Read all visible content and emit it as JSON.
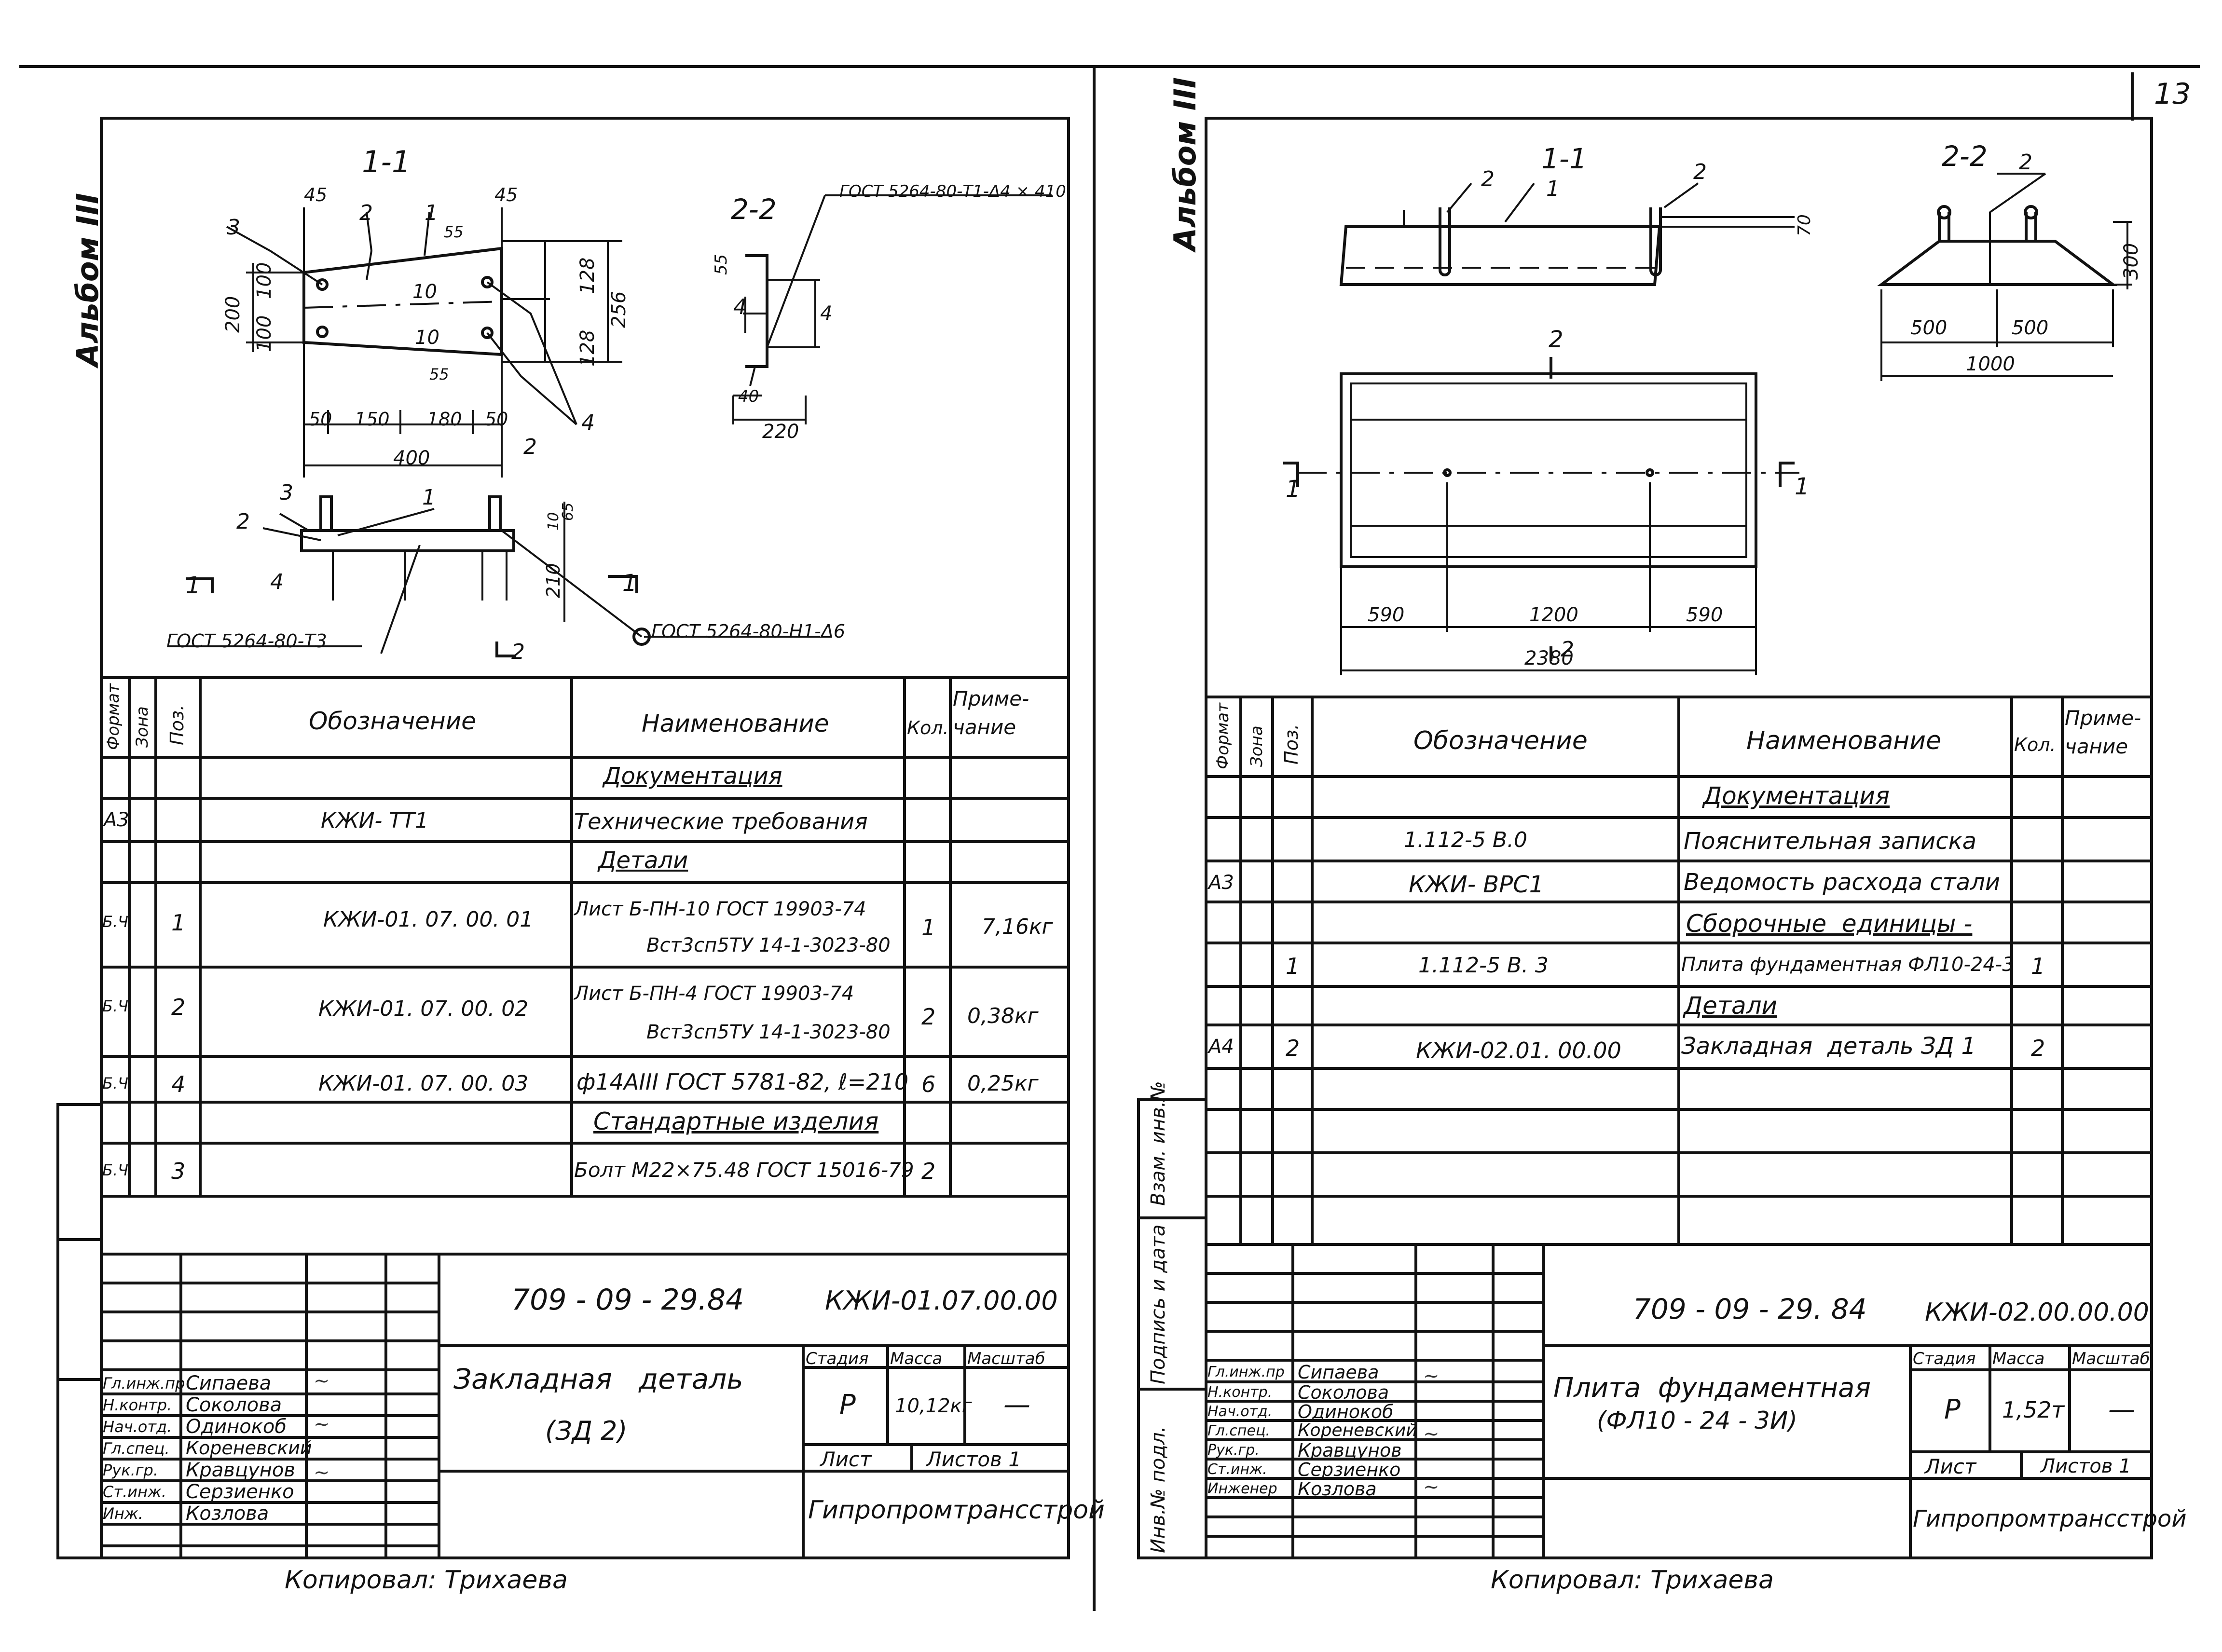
{
  "page": {
    "number": "13"
  },
  "left": {
    "album": "Альбом III",
    "copied": "Копировал: Трихаева",
    "drawing": {
      "s11": "1-1",
      "s22": "2-2",
      "dims": {
        "d45a": "45",
        "d45b": "45",
        "d55a": "55",
        "d55b": "55",
        "d200": "200",
        "d100a": "100",
        "d100b": "100",
        "d128a": "128",
        "d128b": "128",
        "d256": "256",
        "d10a": "10",
        "d10b": "10",
        "d50a": "50",
        "d150": "150",
        "d180": "180",
        "d50b": "50",
        "d400": "400",
        "d40": "40",
        "d220": "220",
        "d55c": "55",
        "d210": "210",
        "d10c": "10",
        "d65": "65",
        "d4side": "4"
      },
      "positions": {
        "p1a": "1",
        "p1b": "1",
        "p2a": "2",
        "p2b": "2",
        "p2c": "2",
        "p3a": "3",
        "p3b": "3",
        "p4a": "4",
        "p4b": "4",
        "p4c": "4"
      },
      "section_marks": {
        "m1l": "1",
        "m1r": "1",
        "m2": "2"
      },
      "notes": {
        "gost_top": "ГОСТ 5264-80-Т1-Δ4 × 410",
        "gost_t3": "ГОСТ 5264-80-Т3",
        "gost_h1": "ГОСТ 5264-80-Н1-Δ6"
      }
    },
    "table": {
      "headers": {
        "format": "Формат",
        "zone": "Зона",
        "pos": "Поз.",
        "designation": "Обозначение",
        "name": "Наименование",
        "qty": "Кол.",
        "note": "Приме-\nчание"
      },
      "rows": [
        {
          "format": "",
          "pos": "",
          "designation": "",
          "name": "Документация",
          "qty": "",
          "note": "",
          "heading": true
        },
        {
          "format": "А3",
          "pos": "",
          "designation": "КЖИ- ТТ1",
          "name": "Технические требования",
          "qty": "",
          "note": ""
        },
        {
          "format": "",
          "pos": "",
          "designation": "",
          "name": "Детали",
          "qty": "",
          "note": "",
          "heading": true
        },
        {
          "format": "Б.Ч",
          "pos": "1",
          "designation": "КЖИ-01. 07. 00. 01",
          "name": "Лист  Б-ПН-10 ГОСТ 19903-74",
          "name2": "Вст3сп5ТУ 14-1-3023-80",
          "qty": "1",
          "note": "7,16кг"
        },
        {
          "format": "Б.Ч",
          "pos": "2",
          "designation": "КЖИ-01. 07. 00. 02",
          "name": "Лист  Б-ПН-4 ГОСТ 19903-74",
          "name2": "Вст3сп5ТУ 14-1-3023-80",
          "qty": "2",
          "note": "0,38кг"
        },
        {
          "format": "Б.Ч",
          "pos": "4",
          "designation": "КЖИ-01. 07. 00. 03",
          "name": "ф14АIII ГОСТ 5781-82, ℓ=210",
          "qty": "6",
          "note": "0,25кг"
        },
        {
          "format": "",
          "pos": "",
          "designation": "",
          "name": "Стандартные изделия",
          "qty": "",
          "note": "",
          "heading": true
        },
        {
          "format": "Б.Ч",
          "pos": "3",
          "designation": "",
          "name": "Болт М22×75.48 ГОСТ 15016-79",
          "qty": "2",
          "note": ""
        }
      ]
    },
    "title_block": {
      "doc_no": "709 - 09 - 29.84",
      "code": "КЖИ-01.07.00.00",
      "title": "Закладная   деталь",
      "subtitle": "(ЗД 2)",
      "stage_label": "Стадия",
      "mass_label": "Масса",
      "scale_label": "Масштаб",
      "stage": "Р",
      "mass": "10,12кг",
      "scale": "—",
      "sheet_label": "Лист",
      "sheets_label": "Листов 1",
      "org": "Гипропромтрансстрой",
      "signers": [
        {
          "role": "Гл.инж.пр",
          "name": "Сипаева"
        },
        {
          "role": "Н.контр.",
          "name": "Соколова"
        },
        {
          "role": "Нач.отд.",
          "name": "Одинокоб"
        },
        {
          "role": "Гл.спец.",
          "name": "Кореневский"
        },
        {
          "role": "Рук.гр.",
          "name": "Кравцунов"
        },
        {
          "role": "Ст.инж.",
          "name": "Серзиенко"
        },
        {
          "role": "Инж.",
          "name": "Козлова"
        }
      ]
    }
  },
  "right": {
    "album": "Альбом III",
    "copied": "Копировал: Трихаева",
    "side_labels": {
      "inv": "Инв.№ подл.",
      "sign": "Подпись и дата",
      "vzam": "Взам. инв.№"
    },
    "drawing": {
      "s11": "1-1",
      "s22": "2-2",
      "pos": {
        "p2a": "2",
        "p1": "1",
        "p2b": "2",
        "p2c": "2"
      },
      "dims": {
        "d70": "70",
        "d300": "300",
        "d500a": "500",
        "d500b": "500",
        "d1000": "1000",
        "d590a": "590",
        "d1200": "1200",
        "d590b": "590",
        "d2380": "2380"
      },
      "marks": {
        "m2top": "2",
        "m2bot": "2",
        "m1l": "1",
        "m1r": "1"
      }
    },
    "table": {
      "headers": {
        "format": "Формат",
        "zone": "Зона",
        "pos": "Поз.",
        "designation": "Обозначение",
        "name": "Наименование",
        "qty": "Кол.",
        "note": "Приме-\nчание"
      },
      "rows": [
        {
          "format": "",
          "pos": "",
          "designation": "",
          "name": "Документация",
          "qty": "",
          "heading": true
        },
        {
          "format": "",
          "pos": "",
          "designation": "1.112-5  В.0",
          "name": "Пояснительная записка",
          "qty": ""
        },
        {
          "format": "А3",
          "pos": "",
          "designation": "КЖИ- ВРС1",
          "name": "Ведомость расхода стали",
          "qty": ""
        },
        {
          "format": "",
          "pos": "",
          "designation": "",
          "name": "Сборочные  единицы -",
          "qty": "",
          "heading": true
        },
        {
          "format": "",
          "pos": "1",
          "designation": "1.112-5 В. 3",
          "name": "Плита фундаментная ФЛ10-24-3",
          "qty": "1"
        },
        {
          "format": "",
          "pos": "",
          "designation": "",
          "name": "Детали",
          "qty": "",
          "heading": true
        },
        {
          "format": "А4",
          "pos": "2",
          "designation": "КЖИ-02.01. 00.00",
          "name": "Закладная  деталь ЗД 1",
          "qty": "2"
        },
        {
          "format": "",
          "pos": "",
          "designation": "",
          "name": "",
          "qty": ""
        },
        {
          "format": "",
          "pos": "",
          "designation": "",
          "name": "",
          "qty": ""
        },
        {
          "format": "",
          "pos": "",
          "designation": "",
          "name": "",
          "qty": ""
        }
      ]
    },
    "title_block": {
      "doc_no": "709 - 09 - 29. 84",
      "code": "КЖИ-02.00.00.00",
      "title": "Плита  фундаментная",
      "subtitle": "(ФЛ10 - 24 - 3И)",
      "stage_label": "Стадия",
      "mass_label": "Масса",
      "scale_label": "Масштаб",
      "stage": "Р",
      "mass": "1,52т",
      "scale": "—",
      "sheet_label": "Лист",
      "sheets_label": "Листов 1",
      "org": "Гипропромтрансстрой",
      "signers": [
        {
          "role": "Гл.инж.пр",
          "name": "Сипаева"
        },
        {
          "role": "Н.контр.",
          "name": "Соколова"
        },
        {
          "role": "Нач.отд.",
          "name": "Одинокоб"
        },
        {
          "role": "Гл.спец.",
          "name": "Кореневский"
        },
        {
          "role": "Рук.гр.",
          "name": "Кравцунов"
        },
        {
          "role": "Ст.инж.",
          "name": "Серзиенко"
        },
        {
          "role": "Инженер",
          "name": "Козлова"
        }
      ]
    }
  }
}
